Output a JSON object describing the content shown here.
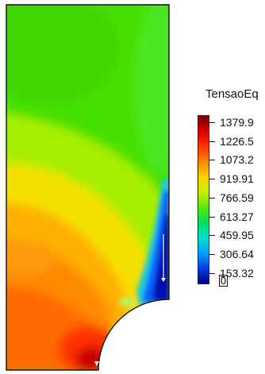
{
  "legend": {
    "title": "TensaoEq",
    "values": [
      "1379.9",
      "1226.5",
      "1073.2",
      "919.91",
      "766.59",
      "613.27",
      "459.95",
      "306.64",
      "153.32",
      "0"
    ],
    "colormap": [
      "#7a0000",
      "#d40000",
      "#ff3300",
      "#ff8800",
      "#ffd000",
      "#c8f000",
      "#5ce800",
      "#00e060",
      "#00e0d0",
      "#00a0ff",
      "#0040e0",
      "#00008a"
    ]
  },
  "plot": {
    "field": "TensaoEq",
    "max_value": 1379.9,
    "min_value": 0
  }
}
